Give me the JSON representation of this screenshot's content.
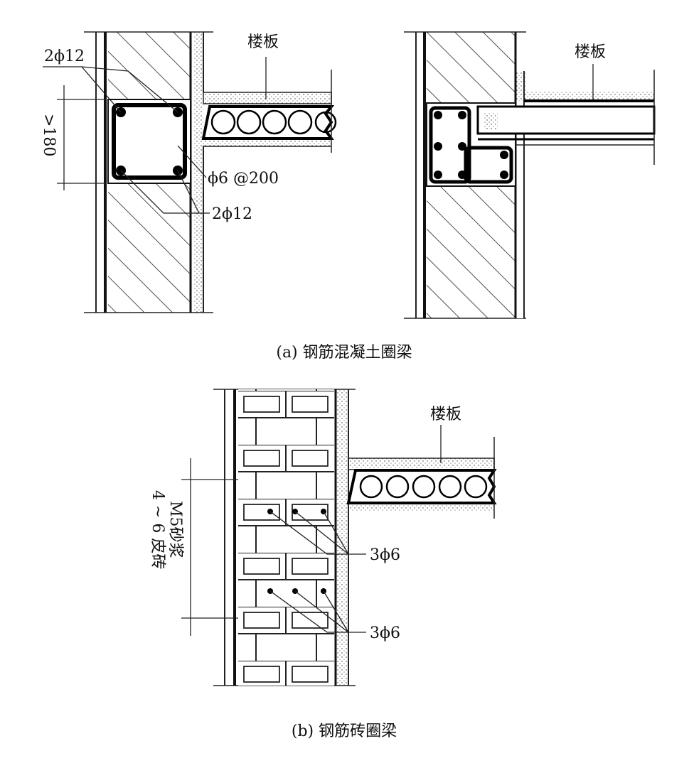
{
  "figure_a": {
    "left": {
      "label_top_bars": "2ϕ12",
      "label_slab": "楼板",
      "label_height": ">180",
      "label_stirrup": "ϕ6 @200",
      "label_bottom_bars": "2ϕ12"
    },
    "right": {
      "label_slab": "楼板"
    },
    "caption": "(a) 钢筋混凝土圈梁"
  },
  "figure_b": {
    "label_slab": "楼板",
    "label_courses": "4 ~ 6 皮砖",
    "label_mortar": "M5砂浆",
    "label_bars_upper": "3ϕ6",
    "label_bars_lower": "3ϕ6",
    "caption": "(b) 钢筋砖圈梁"
  }
}
